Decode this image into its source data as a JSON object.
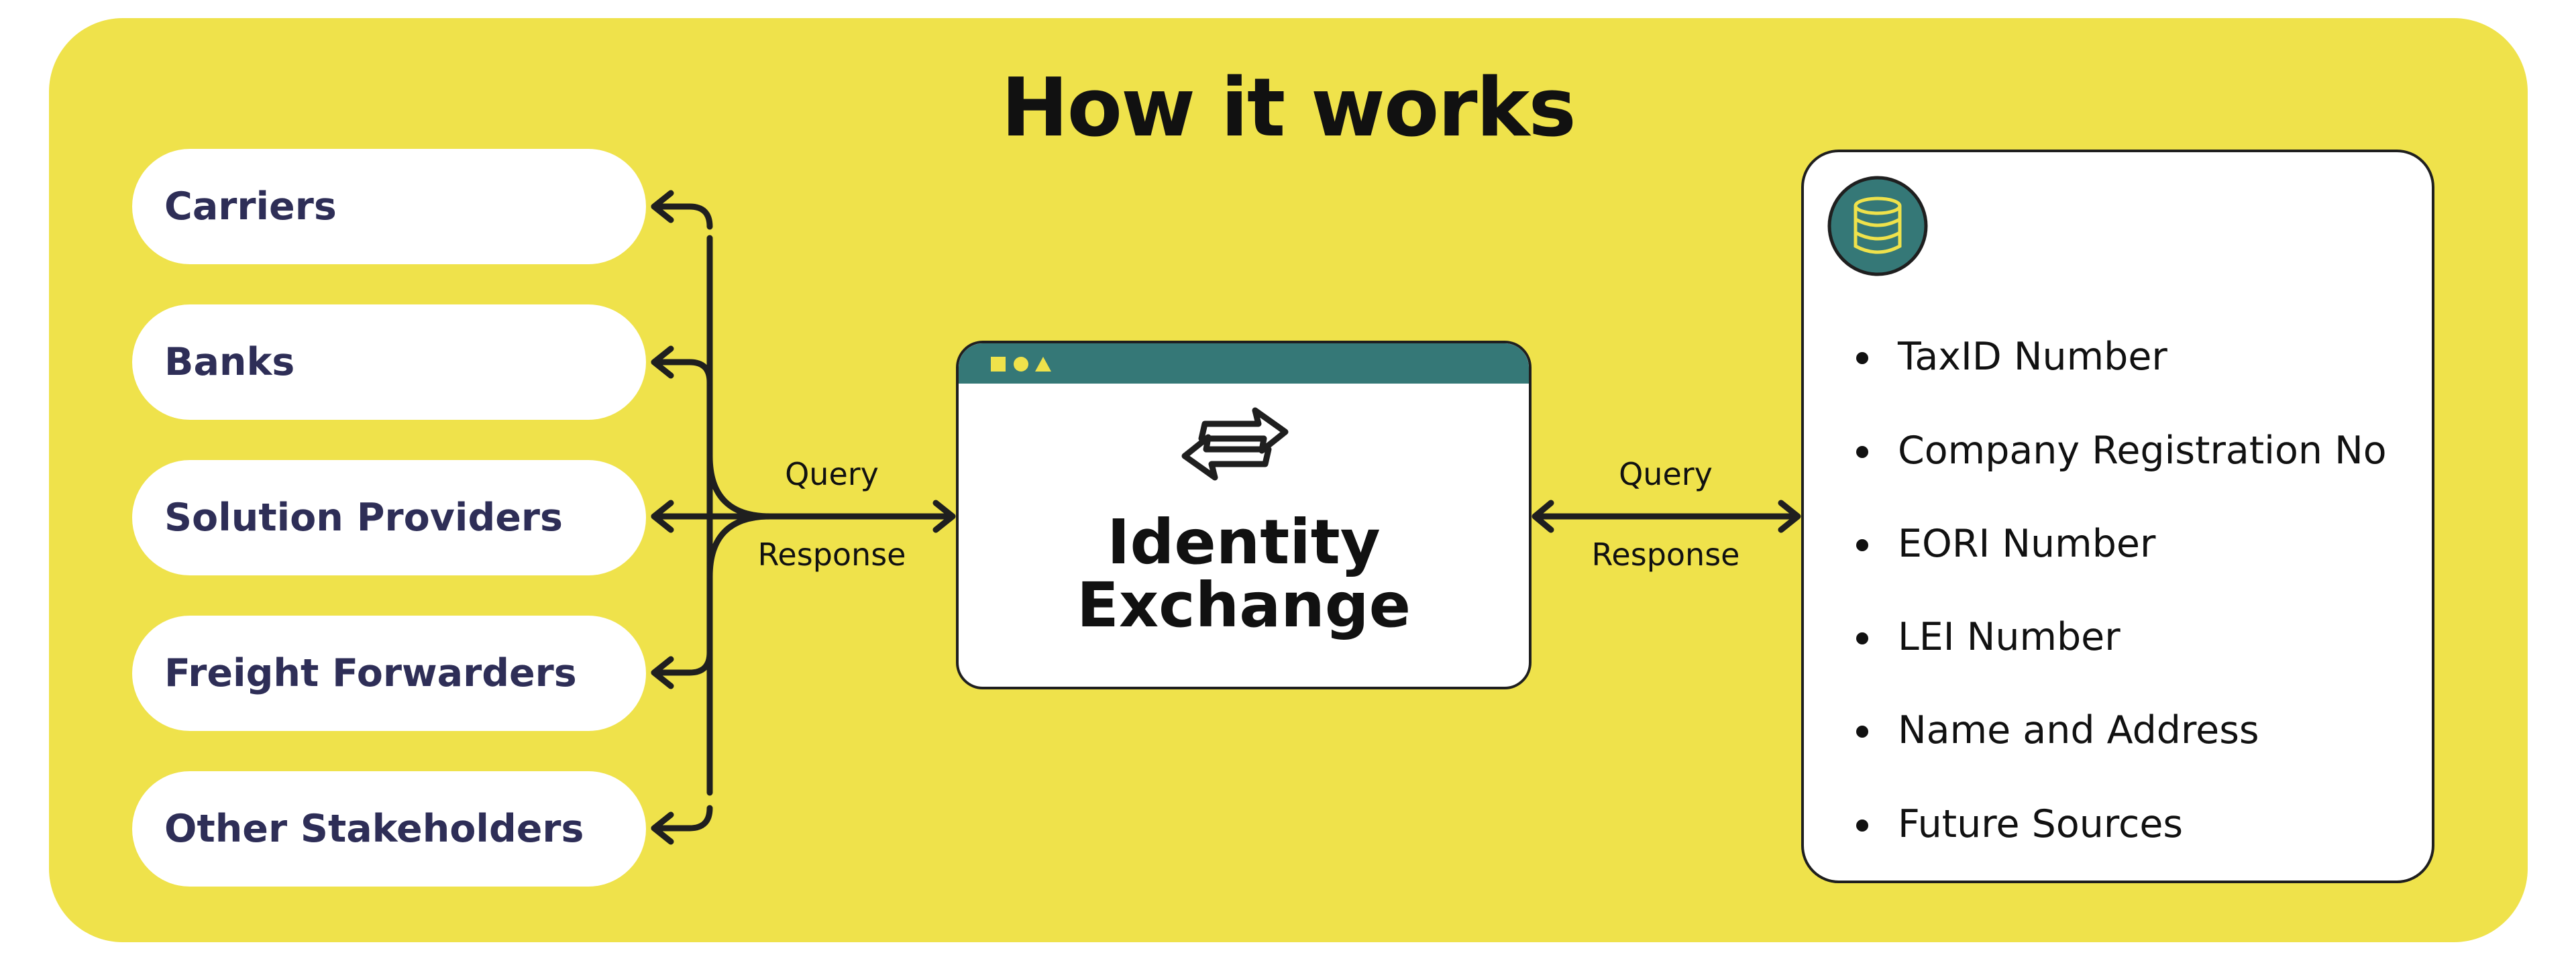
{
  "title": "How it works",
  "stakeholders": [
    "Carriers",
    "Banks",
    "Solution Providers",
    "Freight Forwarders",
    "Other Stakeholders"
  ],
  "left_link": {
    "query": "Query",
    "response": "Response"
  },
  "right_link": {
    "query": "Query",
    "response": "Response"
  },
  "exchange": {
    "line1": "Identity",
    "line2": "Exchange",
    "icon": "swap-arrows-icon"
  },
  "sources": {
    "icon": "database-icon",
    "items": [
      "TaxID Number",
      "Company Registration No",
      "EORI Number",
      "LEI Number",
      "Name and Address",
      "Future Sources"
    ]
  },
  "colors": {
    "background": "#efe24b",
    "teal": "#357877",
    "text_dark": "#2e2e57",
    "line": "#1f1f1f"
  }
}
